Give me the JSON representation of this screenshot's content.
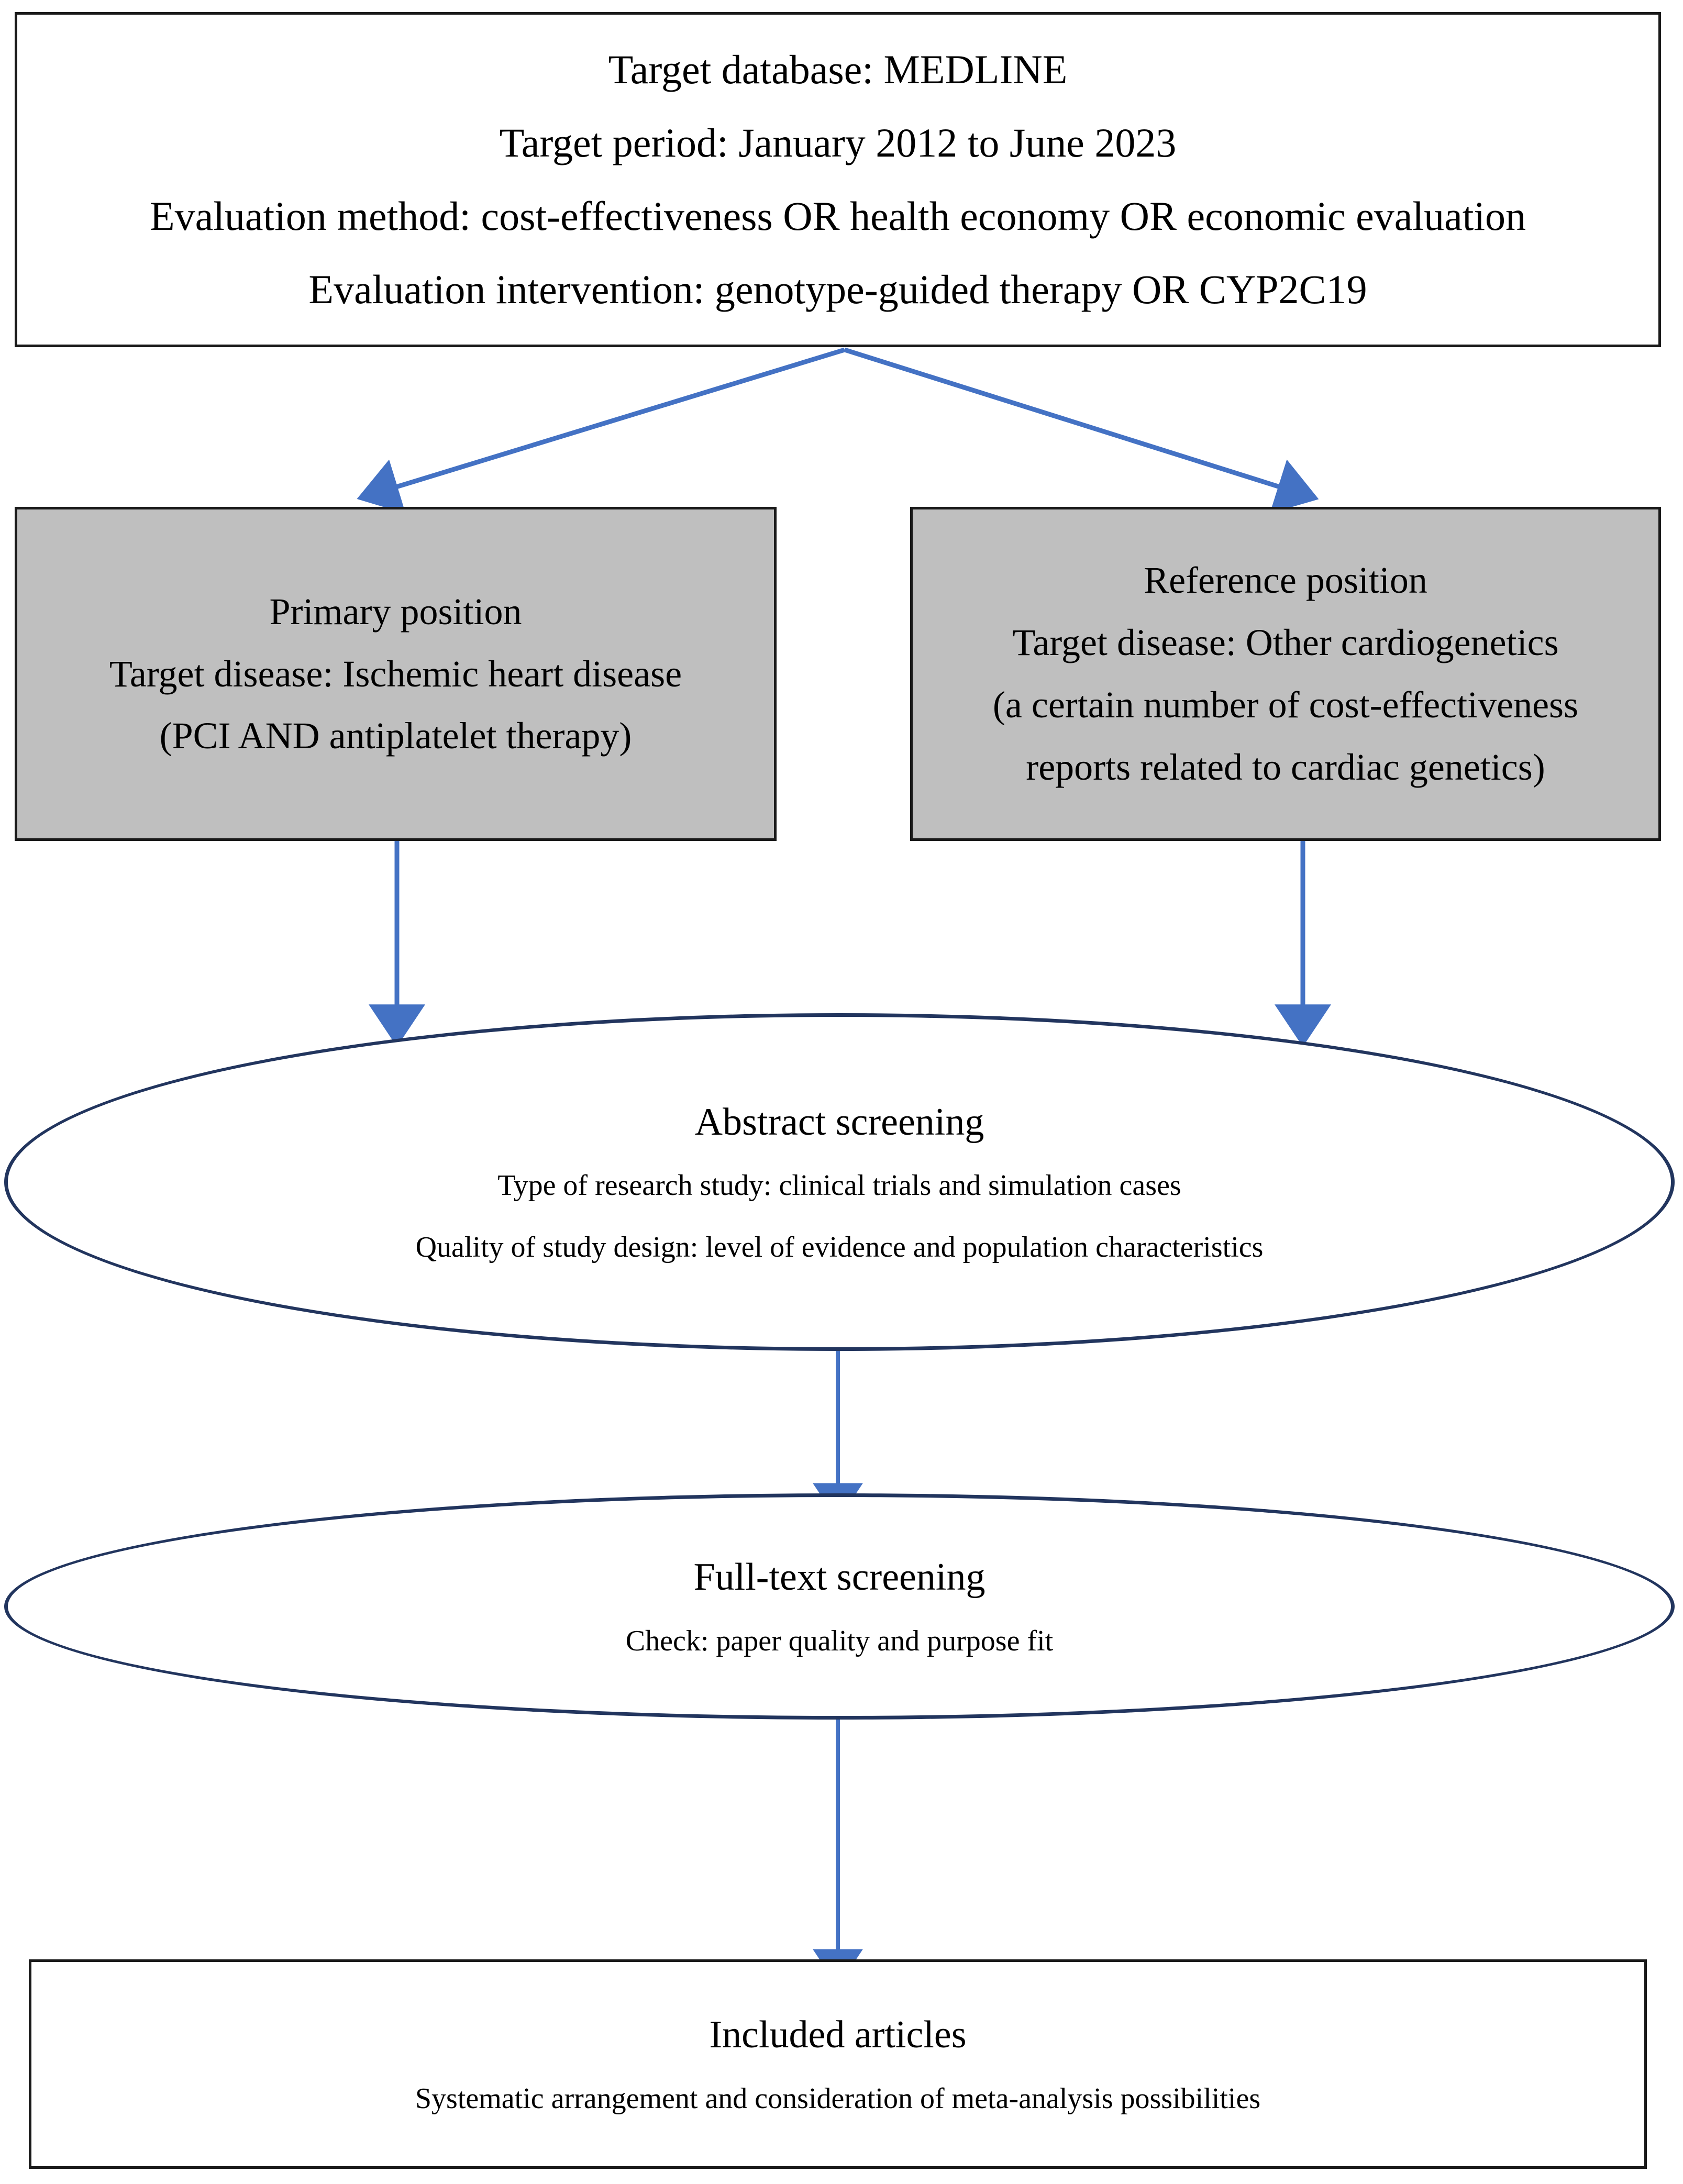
{
  "colors": {
    "arrow_blue": "#4472c4",
    "ellipse_navy": "#22355e",
    "box_border": "#1a1a1a",
    "box_fill_gray": "#bfbfbf",
    "page_background": "#ffffff"
  },
  "criteria_box": {
    "lines": [
      "Target database: MEDLINE",
      "Target period: January 2012 to June 2023",
      "Evaluation method: cost-effectiveness OR health economy OR economic evaluation",
      "Evaluation intervention: genotype-guided therapy OR CYP2C19"
    ]
  },
  "primary_position": {
    "lines": [
      "Primary position",
      "Target disease: Ischemic heart disease",
      "(PCI AND antiplatelet therapy)"
    ]
  },
  "reference_position": {
    "lines": [
      "Reference position",
      "Target disease: Other cardiogenetics",
      "(a certain number of cost-effectiveness",
      "reports related to cardiac genetics)"
    ]
  },
  "abstract_screening": {
    "heading": "Abstract screening",
    "details": [
      "Type of research study: clinical trials and simulation cases",
      "Quality of study design: level of evidence and population characteristics"
    ]
  },
  "fulltext_screening": {
    "heading": "Full-text screening",
    "details": [
      "Check: paper quality and purpose fit"
    ]
  },
  "included_articles": {
    "heading": "Included articles",
    "details": [
      "Systematic arrangement and consideration of meta-analysis possibilities"
    ]
  },
  "connectors": [
    {
      "name": "criteria-to-primary",
      "from": "criteria_box",
      "to": "primary_position",
      "style": "diagonal-left"
    },
    {
      "name": "criteria-to-reference",
      "from": "criteria_box",
      "to": "reference_position",
      "style": "diagonal-right"
    },
    {
      "name": "primary-to-abstract",
      "from": "primary_position",
      "to": "abstract_screening",
      "style": "vertical"
    },
    {
      "name": "reference-to-abstract",
      "from": "reference_position",
      "to": "abstract_screening",
      "style": "vertical"
    },
    {
      "name": "abstract-to-fulltext",
      "from": "abstract_screening",
      "to": "fulltext_screening",
      "style": "vertical"
    },
    {
      "name": "fulltext-to-included",
      "from": "fulltext_screening",
      "to": "included_articles",
      "style": "vertical"
    }
  ]
}
